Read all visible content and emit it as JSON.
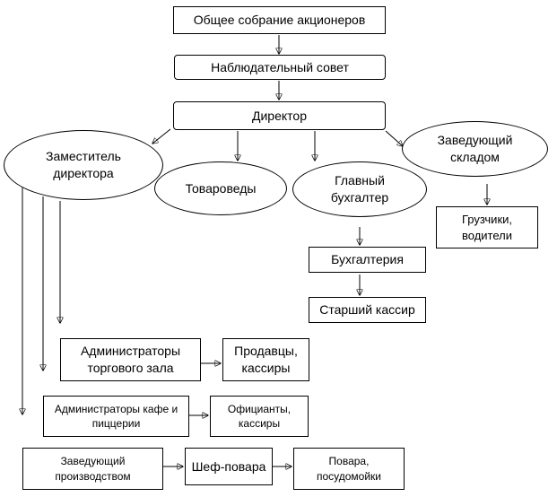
{
  "nodes": {
    "assembly": "Общее собрание акционеров",
    "supervisory_board": "Наблюдательный совет",
    "director": "Директор",
    "deputy_director": "Заместитель директора",
    "merchandisers": "Товароведы",
    "chief_accountant": "Главный бухгалтер",
    "warehouse_head": "Заведующий складом",
    "loaders_drivers": "Грузчики, водители",
    "accounting": "Бухгалтерия",
    "senior_cashier": "Старший кассир",
    "trade_hall_admins": "Администраторы торгового зала",
    "sellers_cashiers": "Продавцы, кассиры",
    "cafe_admins": "Администраторы кафе и пиццерии",
    "waiters_cashiers": "Официанты, кассиры",
    "production_head": "Заведующий производством",
    "chef": "Шеф-повара",
    "cooks_dishwashers": "Повара, посудомойки"
  },
  "colors": {
    "line": "#000000",
    "fill": "#ffffff"
  }
}
